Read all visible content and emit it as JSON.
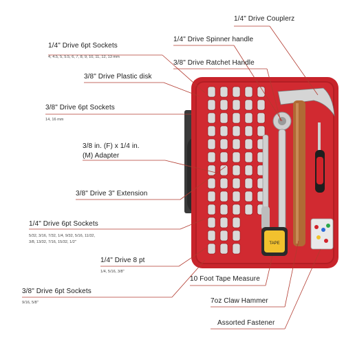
{
  "labels": {
    "drive_couplerz": "1/4\" Drive Couplerz",
    "spinner_handle": "1/4\" Drive Spinner handle",
    "ratchet_handle": "3/8\" Drive Ratchet Handle",
    "sockets_14_6pt": "1/4\" Drive 6pt Sockets",
    "sockets_14_6pt_sizes": "4, 4.5, 5, 5.5, 6, 7, 8, 9, 10, 11, 12, 13 mm",
    "plastic_disk": "3/8\" Drive Plastic disk",
    "sockets_38_6pt": "3/8\" Drive 6pt Sockets",
    "sockets_38_6pt_sizes": "14, 16 mm",
    "adapter_line1": "3/8 in. (F) x 1/4 in.",
    "adapter_line2": "(M) Adapter",
    "extension": "3/8\" Drive 3\" Extension",
    "sockets_14_6pt_sae": "1/4\" Drive 6pt Sockets",
    "sockets_14_6pt_sae_sizes_1": "5/32, 3/16, 7/32, 1/4, 9/32, 5/16, 11/32,",
    "sockets_14_6pt_sae_sizes_2": "3/8, 13/32, 7/16, 15/32, 1/2\"",
    "drive_8pt": "1/4\" Drive 8 pt",
    "drive_8pt_sizes": "1/4, 5/16, 3/8\"",
    "sockets_38_6pt_sae": "3/8\" Drive 6pt Sockets",
    "sockets_38_6pt_sae_sizes": "9/16, 5/8\"",
    "tape_measure": "10 Foot Tape Measure",
    "claw_hammer": "7oz Claw Hammer",
    "fastener": "Assorted Fastener"
  },
  "colors": {
    "case_red": "#c8242b",
    "case_dark": "#8e1419",
    "handle_black": "#2a2a2a",
    "leader_line": "#b23a2f",
    "chrome": "#d9d9d9"
  },
  "icons": [
    "tool-case",
    "socket",
    "hammer",
    "ratchet",
    "screwdriver",
    "tape-measure",
    "fastener-box"
  ]
}
